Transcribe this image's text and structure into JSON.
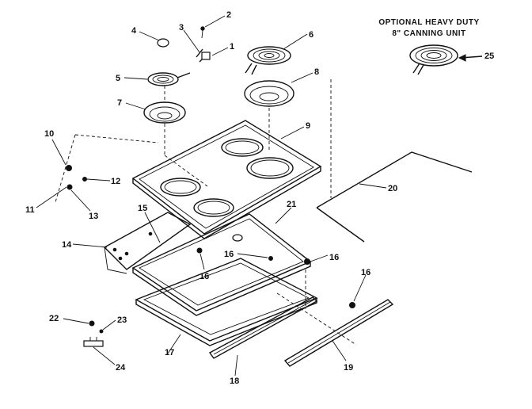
{
  "diagram": {
    "header_line1": "OPTIONAL HEAVY DUTY",
    "header_line2": "8\" CANNING UNIT",
    "callouts": {
      "c1": "1",
      "c2": "2",
      "c3": "3",
      "c4": "4",
      "c5": "5",
      "c6": "6",
      "c7": "7",
      "c8": "8",
      "c9": "9",
      "c10": "10",
      "c11": "11",
      "c12": "12",
      "c13": "13",
      "c14": "14",
      "c15": "15",
      "c16a": "16",
      "c16b": "16",
      "c16c": "16",
      "c16d": "16",
      "c17": "17",
      "c18": "18",
      "c19": "19",
      "c20": "20",
      "c21": "21",
      "c22": "22",
      "c23": "23",
      "c24": "24",
      "c25": "25"
    }
  }
}
